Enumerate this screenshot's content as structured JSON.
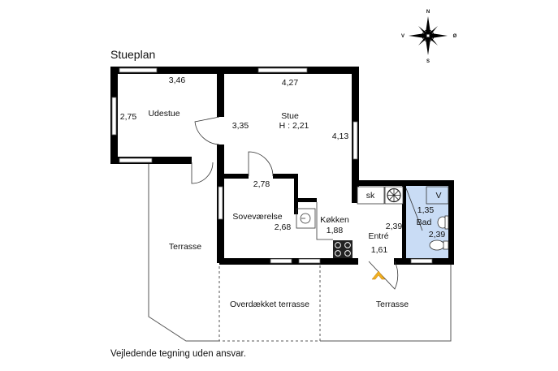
{
  "title": "Stueplan",
  "footer_note": "Vejledende tegning uden ansvar.",
  "compass": {
    "north": "N",
    "south": "S",
    "west": "V",
    "east": "Ø"
  },
  "rooms": {
    "udestue": {
      "name": "Udestue",
      "width": "3,46",
      "depth": "2,75"
    },
    "stue": {
      "name": "Stue",
      "height_note": "H : 2,21",
      "width": "4,27",
      "depth": "4,13",
      "side": "3,35"
    },
    "sovevaerelse": {
      "name": "Soveværelse",
      "width": "2,78",
      "depth": "2,68"
    },
    "koekken": {
      "name": "Køkken",
      "size": "1,88"
    },
    "entre": {
      "name": "Entré",
      "depth": "2,39",
      "width": "1,61"
    },
    "bad": {
      "name": "Bad",
      "width": "1,35",
      "depth": "2,39"
    }
  },
  "fixtures": {
    "fridge": "sk",
    "water_heater": "V"
  },
  "outdoor": {
    "terrace_west": "Terrasse",
    "covered_terrace": "Overdækket terrasse",
    "terrace_south": "Terrasse"
  },
  "colors": {
    "wall": "#000000",
    "bathroom_fill": "#c9dcf5",
    "entrance_marker": "#f0b020"
  }
}
